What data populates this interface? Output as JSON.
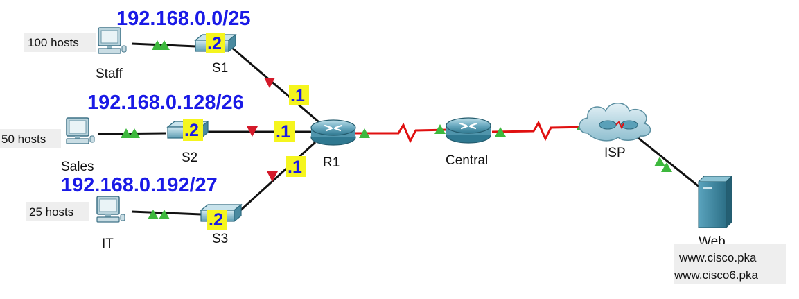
{
  "networks": {
    "staff": {
      "subnet": "192.168.0.0/25",
      "hosts": "100 hosts",
      "pc": "Staff",
      "switch": "S1",
      "switch_ip": ".2",
      "router_ip": ".1"
    },
    "sales": {
      "subnet": "192.168.0.128/26",
      "hosts": "50 hosts",
      "pc": "Sales",
      "switch": "S2",
      "switch_ip": ".2",
      "router_ip": ".1"
    },
    "it": {
      "subnet": "192.168.0.192/27",
      "hosts": "25 hosts",
      "pc": "IT",
      "switch": "S3",
      "switch_ip": ".2",
      "router_ip": ".1"
    }
  },
  "devices": {
    "r1": "R1",
    "central": "Central",
    "isp": "ISP",
    "web": "Web",
    "web_urls": [
      "www.cisco.pka",
      "www.cisco6.pka"
    ]
  },
  "colors": {
    "subnet_text": "#1a1ae6",
    "ip_highlight": "#f5f51e",
    "serial_link": "#e01010",
    "up_marker": "#3db83d",
    "down_marker": "#d41a2a",
    "device": "#3f8fa8"
  }
}
